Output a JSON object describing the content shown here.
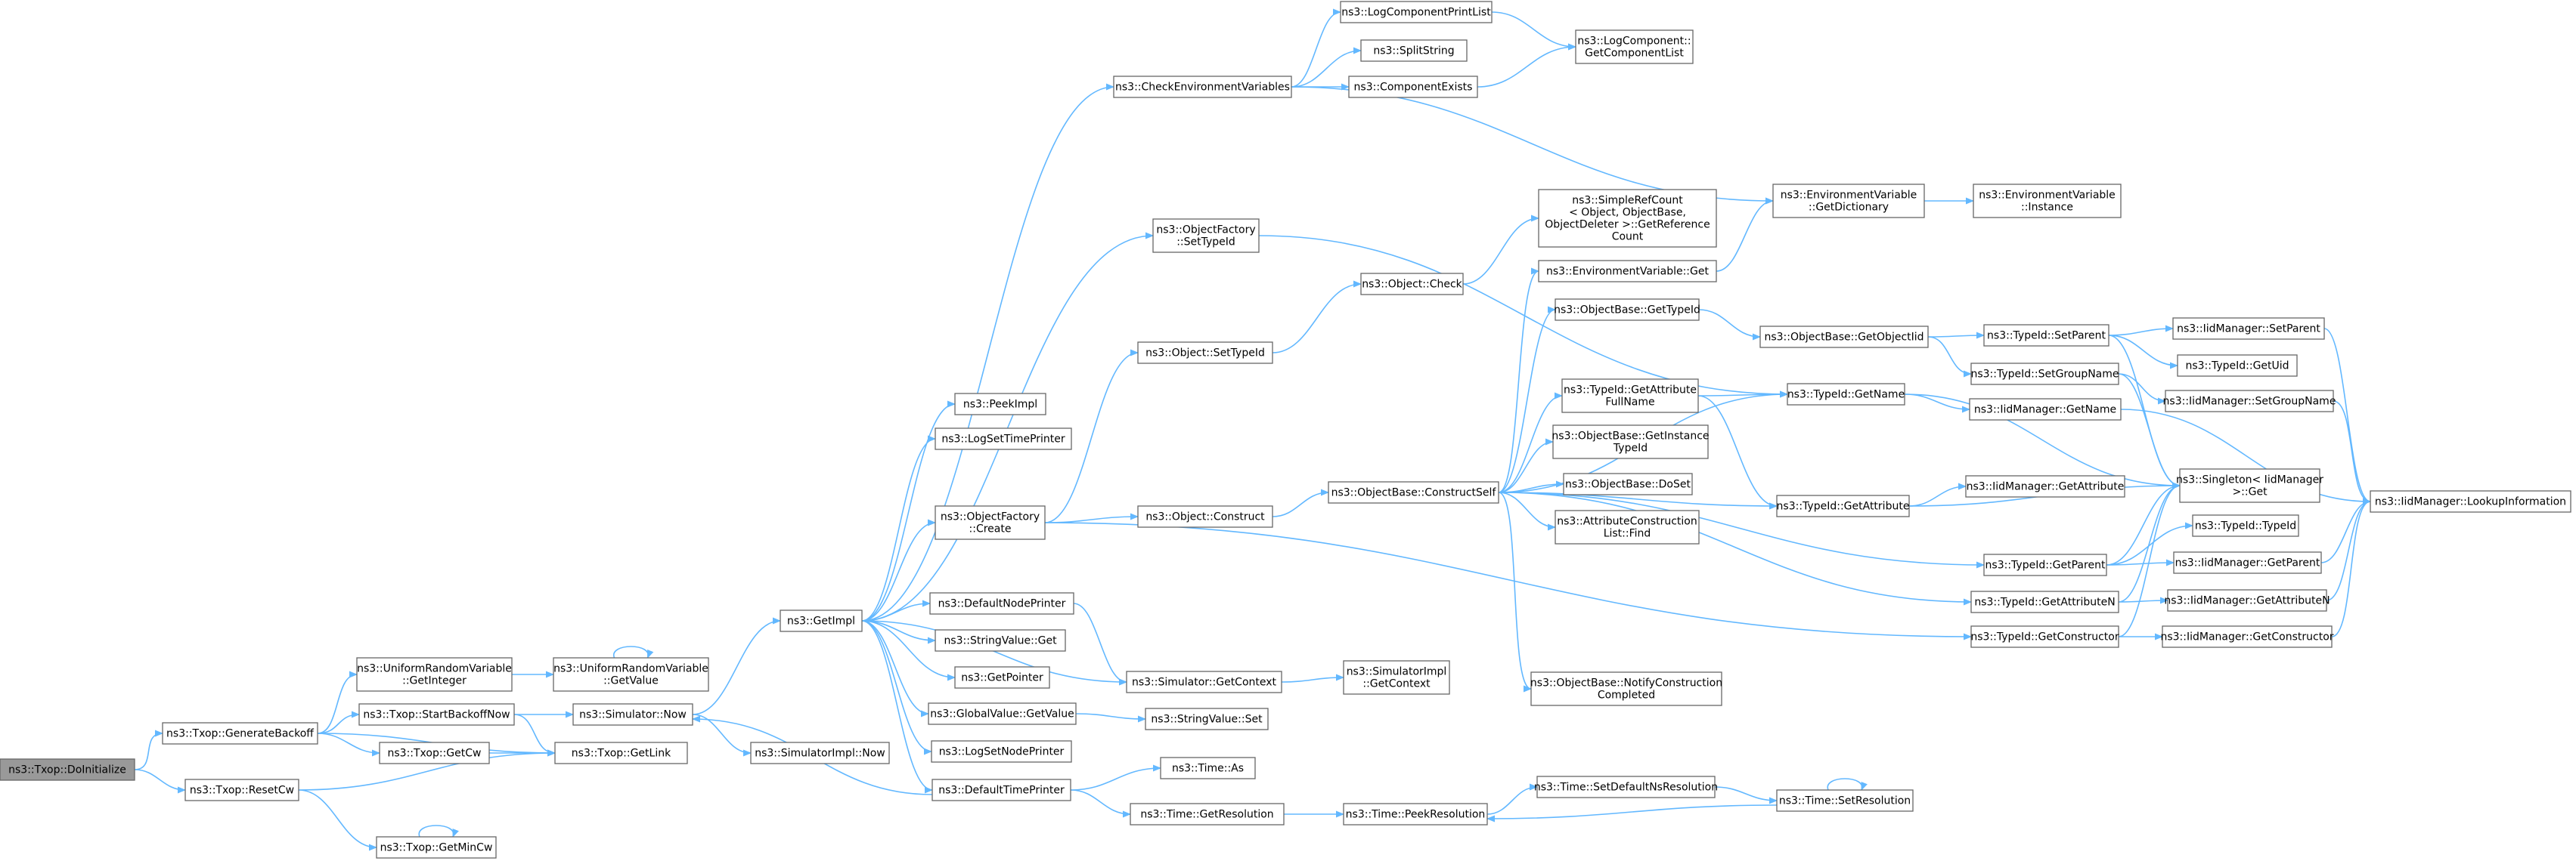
{
  "colors": {
    "edge": "#63b8ff",
    "node_border": "#666666",
    "root_fill": "#999999",
    "node_fill": "#ffffff"
  },
  "nodes": [
    {
      "id": "DoInitialize",
      "lines": [
        "ns3::Txop::DoInitialize"
      ],
      "root": true
    },
    {
      "id": "GenerateBackoff",
      "lines": [
        "ns3::Txop::GenerateBackoff"
      ]
    },
    {
      "id": "ResetCw",
      "lines": [
        "ns3::Txop::ResetCw"
      ]
    },
    {
      "id": "GetInteger",
      "lines": [
        "ns3::UniformRandomVariable",
        "::GetInteger"
      ]
    },
    {
      "id": "StartBackoffNow",
      "lines": [
        "ns3::Txop::StartBackoffNow"
      ]
    },
    {
      "id": "GetCw",
      "lines": [
        "ns3::Txop::GetCw"
      ]
    },
    {
      "id": "GetLink",
      "lines": [
        "ns3::Txop::GetLink"
      ]
    },
    {
      "id": "GetMinCw",
      "lines": [
        "ns3::Txop::GetMinCw"
      ]
    },
    {
      "id": "URVGetValue",
      "lines": [
        "ns3::UniformRandomVariable",
        "::GetValue"
      ]
    },
    {
      "id": "SimNow",
      "lines": [
        "ns3::Simulator::Now"
      ]
    },
    {
      "id": "GetImpl",
      "lines": [
        "ns3::GetImpl"
      ]
    },
    {
      "id": "SimImplNow",
      "lines": [
        "ns3::SimulatorImpl::Now"
      ]
    },
    {
      "id": "PeekImpl",
      "lines": [
        "ns3::PeekImpl"
      ]
    },
    {
      "id": "LogSetTimePrinter",
      "lines": [
        "ns3::LogSetTimePrinter"
      ]
    },
    {
      "id": "OFCreate",
      "lines": [
        "ns3::ObjectFactory",
        "::Create"
      ]
    },
    {
      "id": "DefaultNodePrinter",
      "lines": [
        "ns3::DefaultNodePrinter"
      ]
    },
    {
      "id": "StringValueGet",
      "lines": [
        "ns3::StringValue::Get"
      ]
    },
    {
      "id": "GetPointer",
      "lines": [
        "ns3::GetPointer"
      ]
    },
    {
      "id": "GlobalValueGetValue",
      "lines": [
        "ns3::GlobalValue::GetValue"
      ]
    },
    {
      "id": "LogSetNodePrinter",
      "lines": [
        "ns3::LogSetNodePrinter"
      ]
    },
    {
      "id": "DefaultTimePrinter",
      "lines": [
        "ns3::DefaultTimePrinter"
      ]
    },
    {
      "id": "CheckEnv",
      "lines": [
        "ns3::CheckEnvironmentVariables"
      ]
    },
    {
      "id": "OFSetTypeId",
      "lines": [
        "ns3::ObjectFactory",
        "::SetTypeId"
      ]
    },
    {
      "id": "ObjSetTypeId",
      "lines": [
        "ns3::Object::SetTypeId"
      ]
    },
    {
      "id": "ObjConstruct",
      "lines": [
        "ns3::Object::Construct"
      ]
    },
    {
      "id": "SimGetContext",
      "lines": [
        "ns3::Simulator::GetContext"
      ]
    },
    {
      "id": "StringValueSet",
      "lines": [
        "ns3::StringValue::Set"
      ]
    },
    {
      "id": "TimeAs",
      "lines": [
        "ns3::Time::As"
      ]
    },
    {
      "id": "TimeGetResolution",
      "lines": [
        "ns3::Time::GetResolution"
      ]
    },
    {
      "id": "LogCompPrintList",
      "lines": [
        "ns3::LogComponentPrintList"
      ]
    },
    {
      "id": "SplitString",
      "lines": [
        "ns3::SplitString"
      ]
    },
    {
      "id": "ComponentExists",
      "lines": [
        "ns3::ComponentExists"
      ]
    },
    {
      "id": "ObjCheck",
      "lines": [
        "ns3::Object::Check"
      ]
    },
    {
      "id": "ConstructSelf",
      "lines": [
        "ns3::ObjectBase::ConstructSelf"
      ]
    },
    {
      "id": "SimImplGetContext",
      "lines": [
        "ns3::SimulatorImpl",
        "::GetContext"
      ]
    },
    {
      "id": "PeekResolution",
      "lines": [
        "ns3::Time::PeekResolution"
      ]
    },
    {
      "id": "GetComponentList",
      "lines": [
        "ns3::LogComponent::",
        "GetComponentList"
      ]
    },
    {
      "id": "SimpleRefCount",
      "lines": [
        "ns3::SimpleRefCount",
        "< Object, ObjectBase,",
        "ObjectDeleter >::GetReference",
        "Count"
      ]
    },
    {
      "id": "EnvVarGet",
      "lines": [
        "ns3::EnvironmentVariable::Get"
      ]
    },
    {
      "id": "OBGetTypeId",
      "lines": [
        "ns3::ObjectBase::GetTypeId"
      ]
    },
    {
      "id": "GetAttrFullName",
      "lines": [
        "ns3::TypeId::GetAttribute",
        "FullName"
      ]
    },
    {
      "id": "GetInstanceTypeId",
      "lines": [
        "ns3::ObjectBase::GetInstance",
        "TypeId"
      ]
    },
    {
      "id": "DoSet",
      "lines": [
        "ns3::ObjectBase::DoSet"
      ]
    },
    {
      "id": "AttrConstructionFind",
      "lines": [
        "ns3::AttributeConstruction",
        "List::Find"
      ]
    },
    {
      "id": "NotifyConstruction",
      "lines": [
        "ns3::ObjectBase::NotifyConstruction",
        "Completed"
      ]
    },
    {
      "id": "SetDefaultNsRes",
      "lines": [
        "ns3::Time::SetDefaultNsResolution"
      ]
    },
    {
      "id": "EnvGetDictionary",
      "lines": [
        "ns3::EnvironmentVariable",
        "::GetDictionary"
      ]
    },
    {
      "id": "GetObjectIid",
      "lines": [
        "ns3::ObjectBase::GetObjectIid"
      ]
    },
    {
      "id": "TypeIdGetName",
      "lines": [
        "ns3::TypeId::GetName"
      ]
    },
    {
      "id": "TypeIdGetAttribute",
      "lines": [
        "ns3::TypeId::GetAttribute"
      ]
    },
    {
      "id": "TypeIdGetParent",
      "lines": [
        "ns3::TypeId::GetParent"
      ]
    },
    {
      "id": "TypeIdGetAttributeN",
      "lines": [
        "ns3::TypeId::GetAttributeN"
      ]
    },
    {
      "id": "TypeIdGetConstructor",
      "lines": [
        "ns3::TypeId::GetConstructor"
      ]
    },
    {
      "id": "TimeSetResolution",
      "lines": [
        "ns3::Time::SetResolution"
      ]
    },
    {
      "id": "EnvInstance",
      "lines": [
        "ns3::EnvironmentVariable",
        "::Instance"
      ]
    },
    {
      "id": "TypeIdSetParent",
      "lines": [
        "ns3::TypeId::SetParent"
      ]
    },
    {
      "id": "TypeIdSetGroupName",
      "lines": [
        "ns3::TypeId::SetGroupName"
      ]
    },
    {
      "id": "IidGetName",
      "lines": [
        "ns3::IidManager::GetName"
      ]
    },
    {
      "id": "IidGetAttribute",
      "lines": [
        "ns3::IidManager::GetAttribute"
      ]
    },
    {
      "id": "SingletonGet",
      "lines": [
        "ns3::Singleton< IidManager",
        ">::Get"
      ]
    },
    {
      "id": "IidSetParent",
      "lines": [
        "ns3::IidManager::SetParent"
      ]
    },
    {
      "id": "TypeIdGetUid",
      "lines": [
        "ns3::TypeId::GetUid"
      ]
    },
    {
      "id": "IidSetGroupName",
      "lines": [
        "ns3::IidManager::SetGroupName"
      ]
    },
    {
      "id": "TypeIdTypeId",
      "lines": [
        "ns3::TypeId::TypeId"
      ]
    },
    {
      "id": "IidGetParent",
      "lines": [
        "ns3::IidManager::GetParent"
      ]
    },
    {
      "id": "IidGetAttributeN",
      "lines": [
        "ns3::IidManager::GetAttributeN"
      ]
    },
    {
      "id": "IidGetConstructor",
      "lines": [
        "ns3::IidManager::GetConstructor"
      ]
    },
    {
      "id": "LookupInformation",
      "lines": [
        "ns3::IidManager::LookupInformation"
      ]
    }
  ],
  "edges": [
    [
      "DoInitialize",
      "GenerateBackoff"
    ],
    [
      "DoInitialize",
      "ResetCw"
    ],
    [
      "GenerateBackoff",
      "GetInteger"
    ],
    [
      "GenerateBackoff",
      "StartBackoffNow"
    ],
    [
      "GenerateBackoff",
      "GetCw"
    ],
    [
      "GenerateBackoff",
      "GetLink"
    ],
    [
      "ResetCw",
      "GetMinCw"
    ],
    [
      "ResetCw",
      "GetLink"
    ],
    [
      "GetInteger",
      "URVGetValue"
    ],
    [
      "URVGetValue",
      "URVGetValue"
    ],
    [
      "StartBackoffNow",
      "SimNow"
    ],
    [
      "StartBackoffNow",
      "GetLink"
    ],
    [
      "GetCw",
      "GetLink"
    ],
    [
      "GetMinCw",
      "GetMinCw"
    ],
    [
      "SimNow",
      "GetImpl"
    ],
    [
      "SimNow",
      "SimImplNow"
    ],
    [
      "GetImpl",
      "PeekImpl"
    ],
    [
      "GetImpl",
      "LogSetTimePrinter"
    ],
    [
      "GetImpl",
      "OFCreate"
    ],
    [
      "GetImpl",
      "DefaultNodePrinter"
    ],
    [
      "GetImpl",
      "StringValueGet"
    ],
    [
      "GetImpl",
      "GetPointer"
    ],
    [
      "GetImpl",
      "GlobalValueGetValue"
    ],
    [
      "GetImpl",
      "LogSetNodePrinter"
    ],
    [
      "GetImpl",
      "DefaultTimePrinter"
    ],
    [
      "GetImpl",
      "CheckEnv"
    ],
    [
      "GetImpl",
      "OFSetTypeId"
    ],
    [
      "GetImpl",
      "SimGetContext"
    ],
    [
      "DefaultTimePrinter",
      "SimNow"
    ],
    [
      "DefaultTimePrinter",
      "TimeAs"
    ],
    [
      "DefaultTimePrinter",
      "TimeGetResolution"
    ],
    [
      "DefaultNodePrinter",
      "SimGetContext"
    ],
    [
      "GlobalValueGetValue",
      "StringValueSet"
    ],
    [
      "OFCreate",
      "ObjSetTypeId"
    ],
    [
      "OFCreate",
      "ObjConstruct"
    ],
    [
      "OFCreate",
      "TypeIdGetConstructor"
    ],
    [
      "OFSetTypeId",
      "TypeIdGetName"
    ],
    [
      "ObjSetTypeId",
      "ObjCheck"
    ],
    [
      "ObjCheck",
      "SimpleRefCount"
    ],
    [
      "ObjConstruct",
      "ConstructSelf"
    ],
    [
      "SimGetContext",
      "SimImplGetContext"
    ],
    [
      "TimeGetResolution",
      "PeekResolution"
    ],
    [
      "PeekResolution",
      "SetDefaultNsRes"
    ],
    [
      "SetDefaultNsRes",
      "TimeSetResolution"
    ],
    [
      "TimeSetResolution",
      "PeekResolution"
    ],
    [
      "TimeSetResolution",
      "TimeSetResolution"
    ],
    [
      "CheckEnv",
      "LogCompPrintList"
    ],
    [
      "CheckEnv",
      "SplitString"
    ],
    [
      "CheckEnv",
      "ComponentExists"
    ],
    [
      "CheckEnv",
      "EnvGetDictionary"
    ],
    [
      "LogCompPrintList",
      "GetComponentList"
    ],
    [
      "ComponentExists",
      "GetComponentList"
    ],
    [
      "ConstructSelf",
      "EnvVarGet"
    ],
    [
      "ConstructSelf",
      "OBGetTypeId"
    ],
    [
      "ConstructSelf",
      "GetAttrFullName"
    ],
    [
      "ConstructSelf",
      "GetInstanceTypeId"
    ],
    [
      "ConstructSelf",
      "DoSet"
    ],
    [
      "ConstructSelf",
      "AttrConstructionFind"
    ],
    [
      "ConstructSelf",
      "NotifyConstruction"
    ],
    [
      "ConstructSelf",
      "TypeIdGetName"
    ],
    [
      "ConstructSelf",
      "TypeIdGetAttribute"
    ],
    [
      "ConstructSelf",
      "TypeIdGetParent"
    ],
    [
      "ConstructSelf",
      "TypeIdGetAttributeN"
    ],
    [
      "EnvVarGet",
      "EnvGetDictionary"
    ],
    [
      "EnvGetDictionary",
      "EnvInstance"
    ],
    [
      "OBGetTypeId",
      "GetObjectIid"
    ],
    [
      "GetAttrFullName",
      "TypeIdGetName"
    ],
    [
      "GetAttrFullName",
      "TypeIdGetAttribute"
    ],
    [
      "GetObjectIid",
      "TypeIdSetParent"
    ],
    [
      "GetObjectIid",
      "TypeIdSetGroupName"
    ],
    [
      "TypeIdGetName",
      "IidGetName"
    ],
    [
      "TypeIdGetName",
      "SingletonGet"
    ],
    [
      "TypeIdGetAttribute",
      "IidGetAttribute"
    ],
    [
      "TypeIdGetAttribute",
      "SingletonGet"
    ],
    [
      "TypeIdGetParent",
      "IidGetParent"
    ],
    [
      "TypeIdGetParent",
      "TypeIdTypeId"
    ],
    [
      "TypeIdGetParent",
      "SingletonGet"
    ],
    [
      "TypeIdGetAttributeN",
      "IidGetAttributeN"
    ],
    [
      "TypeIdGetAttributeN",
      "SingletonGet"
    ],
    [
      "TypeIdGetConstructor",
      "IidGetConstructor"
    ],
    [
      "TypeIdGetConstructor",
      "SingletonGet"
    ],
    [
      "TypeIdSetParent",
      "IidSetParent"
    ],
    [
      "TypeIdSetParent",
      "TypeIdGetUid"
    ],
    [
      "TypeIdSetParent",
      "SingletonGet"
    ],
    [
      "TypeIdSetGroupName",
      "IidSetGroupName"
    ],
    [
      "TypeIdSetGroupName",
      "SingletonGet"
    ],
    [
      "IidGetName",
      "LookupInformation"
    ],
    [
      "IidSetParent",
      "LookupInformation"
    ],
    [
      "IidSetGroupName",
      "LookupInformation"
    ],
    [
      "IidGetParent",
      "LookupInformation"
    ],
    [
      "IidGetAttributeN",
      "LookupInformation"
    ],
    [
      "IidGetConstructor",
      "LookupInformation"
    ]
  ]
}
